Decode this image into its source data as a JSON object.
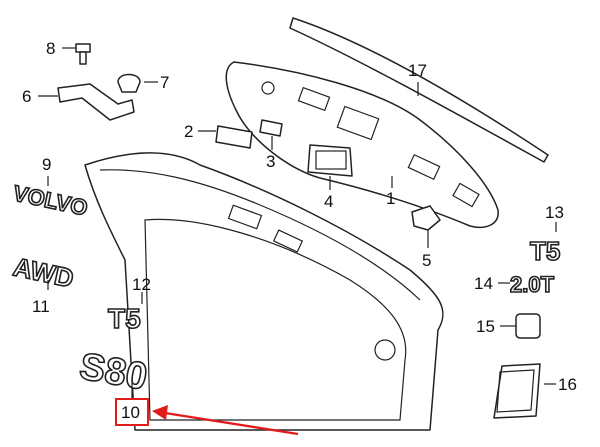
{
  "callouts": [
    "1",
    "2",
    "3",
    "4",
    "5",
    "6",
    "7",
    "8",
    "9",
    "10",
    "11",
    "12",
    "13",
    "14",
    "15",
    "16",
    "17"
  ],
  "badges": {
    "volvo": "VOLVO",
    "awd": "AWD",
    "t5_small": "T5",
    "t5_right": "T5",
    "model": "S80",
    "engine": "2.0T"
  },
  "highlight": {
    "label": "10",
    "color": "#e21b1b"
  }
}
